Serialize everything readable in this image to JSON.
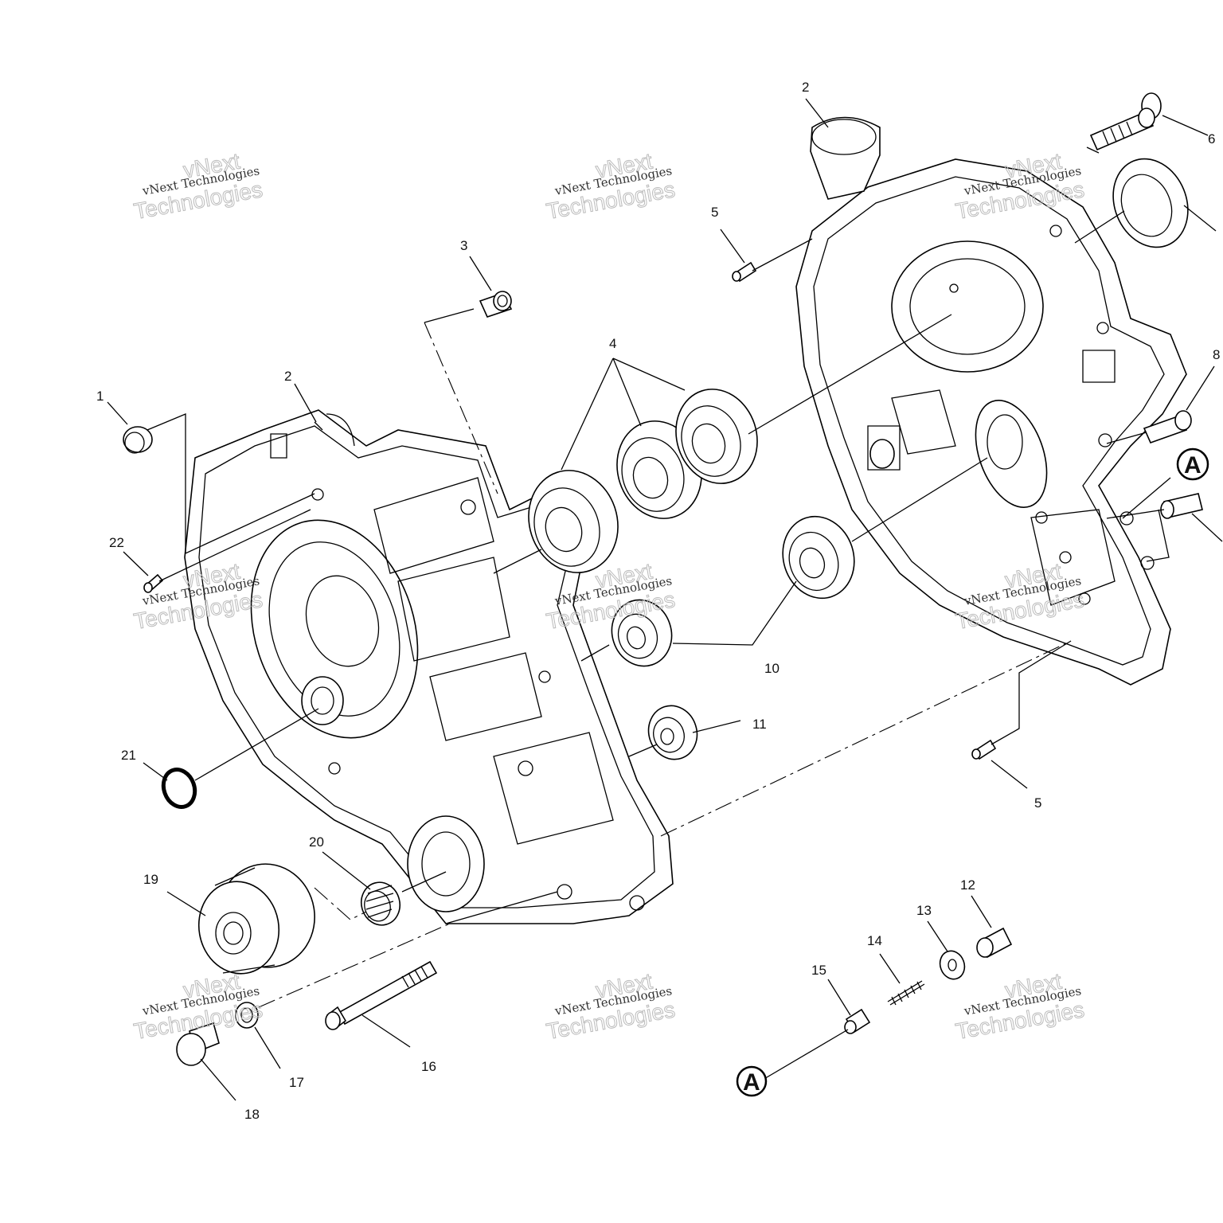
{
  "callouts": {
    "n1": "1",
    "n2a": "2",
    "n2b": "2",
    "n3": "3",
    "n4": "4",
    "n5a": "5",
    "n5b": "5",
    "n6": "6",
    "n8": "8",
    "n10": "10",
    "n11": "11",
    "n12": "12",
    "n13": "13",
    "n14": "14",
    "n15": "15",
    "n16": "16",
    "n17": "17",
    "n18": "18",
    "n19": "19",
    "n20": "20",
    "n21": "21",
    "n22": "22"
  },
  "reference_marker": "A",
  "watermark": {
    "line1": "vNext",
    "line2": "vNext Technologies",
    "line3": "Technologies"
  }
}
